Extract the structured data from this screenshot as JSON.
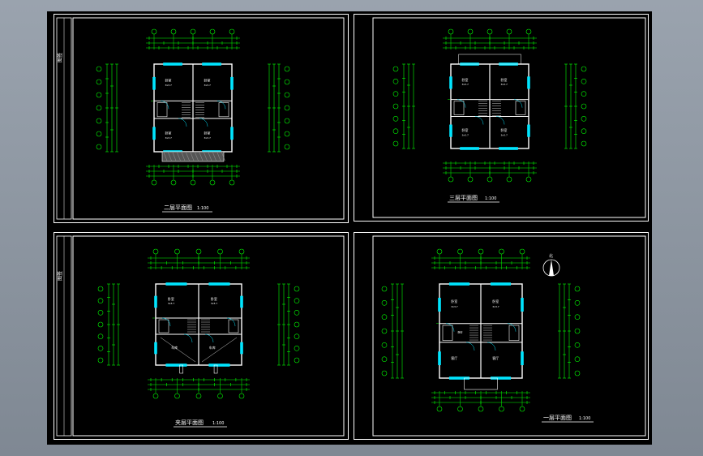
{
  "sheets": [
    {
      "id": "top-left",
      "title": "二层平面图",
      "scale": "1:100",
      "stamp": "图签"
    },
    {
      "id": "top-right",
      "title": "三层平面图",
      "scale": "1:100",
      "stamp": ""
    },
    {
      "id": "bottom-left",
      "title": "夹层平面图",
      "scale": "1:100",
      "stamp": "图签"
    },
    {
      "id": "bottom-right",
      "title": "一层平面图",
      "scale": "1:100",
      "stamp": ""
    }
  ],
  "rooms": {
    "bedroom": "卧室",
    "living": "客厅",
    "garage": "车库",
    "kitchen": "厨房",
    "area": "3x3.7"
  },
  "north_label": "北",
  "colors": {
    "background": "#000000",
    "frame": "#ffffff",
    "dimension": "#00ff00",
    "wall": "#ffffff",
    "window": "#00e5ff",
    "text": "#ffffff"
  }
}
